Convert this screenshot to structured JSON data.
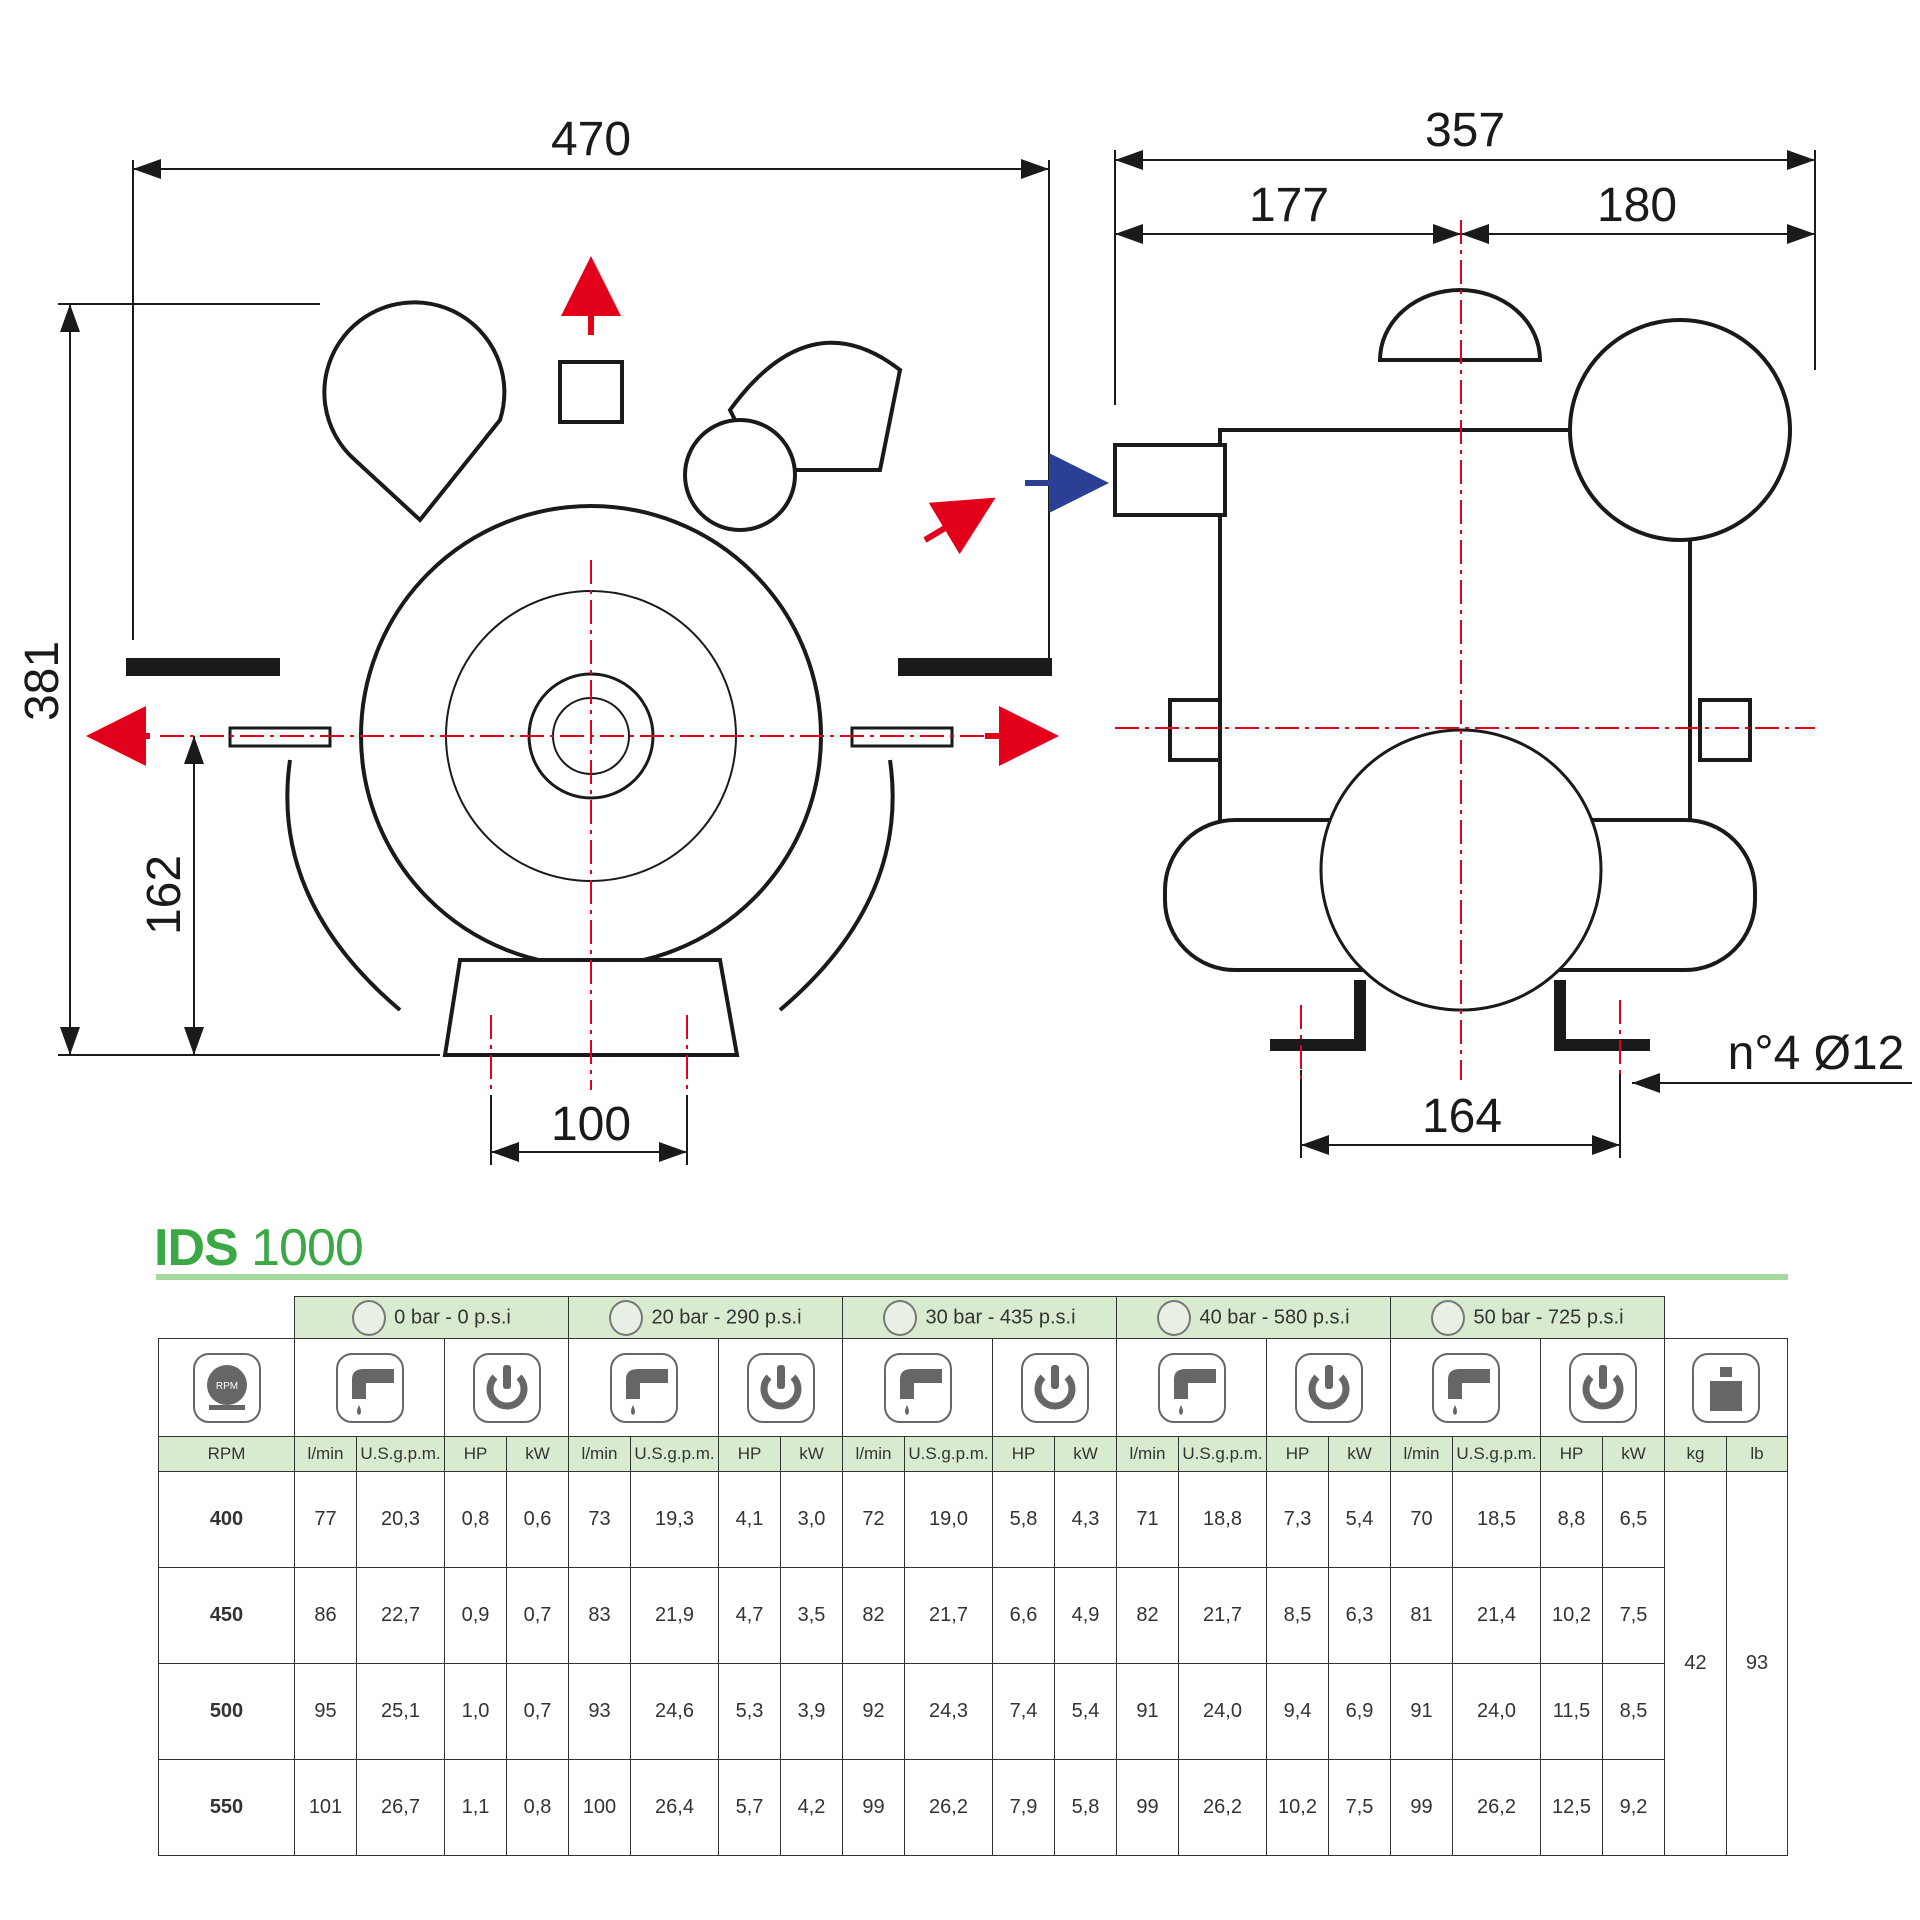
{
  "drawing": {
    "front": {
      "width": "470",
      "height": "381",
      "outlet_height": "162",
      "foot_spacing": "100"
    },
    "side": {
      "width": "357",
      "left_part": "177",
      "right_part": "180",
      "foot_spacing": "164",
      "holes": "n°4 Ø12"
    },
    "colors": {
      "centerline": "#e3001b",
      "arrow_red": "#e3001b",
      "arrow_blue": "#2b3f95",
      "line": "#1a1a1a"
    }
  },
  "product": {
    "brand": "IDS",
    "model": "1000"
  },
  "colors": {
    "accent": "#3aa844",
    "header_bg": "#d8ebcf",
    "rule": "#a6d9a0"
  },
  "table": {
    "pressures": [
      "0 bar - 0 p.s.i",
      "20 bar - 290 p.s.i",
      "30 bar - 435 p.s.i",
      "40 bar - 580 p.s.i",
      "50 bar - 725 p.s.i"
    ],
    "units": {
      "rpm": "RPM",
      "flow_l": "l/min",
      "flow_us": "U.S.g.p.m.",
      "hp": "HP",
      "kw": "kW",
      "kg": "kg",
      "lb": "lb"
    },
    "icons": {
      "rpm": "rpm-icon",
      "flow": "faucet-icon",
      "power": "power-icon",
      "weight": "weight-icon",
      "pressure": "gauge-icon"
    },
    "rpm_icon_text": "RPM",
    "weight": {
      "kg": "42",
      "lb": "93"
    },
    "rows": [
      {
        "rpm": "400",
        "vals": [
          [
            "77",
            "20,3",
            "0,8",
            "0,6"
          ],
          [
            "73",
            "19,3",
            "4,1",
            "3,0"
          ],
          [
            "72",
            "19,0",
            "5,8",
            "4,3"
          ],
          [
            "71",
            "18,8",
            "7,3",
            "5,4"
          ],
          [
            "70",
            "18,5",
            "8,8",
            "6,5"
          ]
        ]
      },
      {
        "rpm": "450",
        "vals": [
          [
            "86",
            "22,7",
            "0,9",
            "0,7"
          ],
          [
            "83",
            "21,9",
            "4,7",
            "3,5"
          ],
          [
            "82",
            "21,7",
            "6,6",
            "4,9"
          ],
          [
            "82",
            "21,7",
            "8,5",
            "6,3"
          ],
          [
            "81",
            "21,4",
            "10,2",
            "7,5"
          ]
        ]
      },
      {
        "rpm": "500",
        "vals": [
          [
            "95",
            "25,1",
            "1,0",
            "0,7"
          ],
          [
            "93",
            "24,6",
            "5,3",
            "3,9"
          ],
          [
            "92",
            "24,3",
            "7,4",
            "5,4"
          ],
          [
            "91",
            "24,0",
            "9,4",
            "6,9"
          ],
          [
            "91",
            "24,0",
            "11,5",
            "8,5"
          ]
        ]
      },
      {
        "rpm": "550",
        "vals": [
          [
            "101",
            "26,7",
            "1,1",
            "0,8"
          ],
          [
            "100",
            "26,4",
            "5,7",
            "4,2"
          ],
          [
            "99",
            "26,2",
            "7,9",
            "5,8"
          ],
          [
            "99",
            "26,2",
            "10,2",
            "7,5"
          ],
          [
            "99",
            "26,2",
            "12,5",
            "9,2"
          ]
        ]
      }
    ]
  }
}
